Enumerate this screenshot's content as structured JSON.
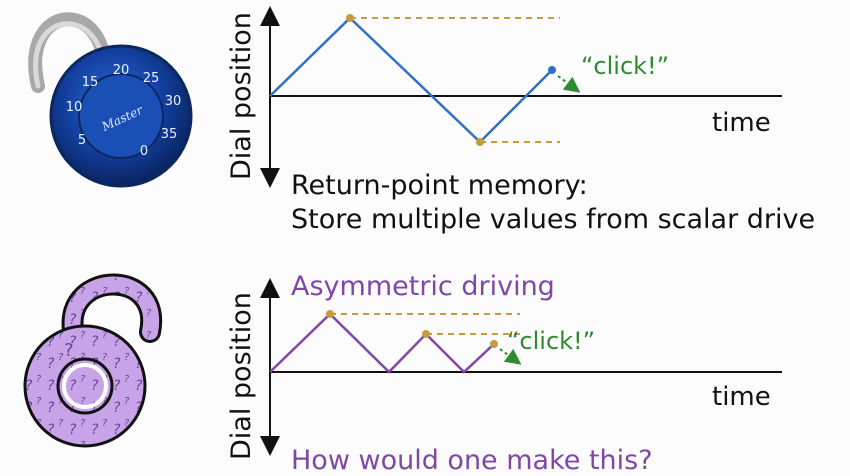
{
  "top_panel": {
    "ylabel": "Dial position",
    "xlabel": "time",
    "click_label": "“click!”",
    "caption_line1": "Return-point memory:",
    "caption_line2": "Store multiple values from scalar drive",
    "lock_dial_numbers": [
      "35",
      "30",
      "25",
      "20",
      "15",
      "10",
      "5",
      "0"
    ],
    "lock_brand": "Master",
    "colors": {
      "trace": "#2f6fc9",
      "memory": "#c69a3f",
      "click": "#2f8a32"
    }
  },
  "bottom_panel": {
    "title": "Asymmetric driving",
    "ylabel": "Dial position",
    "xlabel": "time",
    "click_label": "“click!”",
    "footer": "How would one make this?",
    "lock_mark": "?",
    "colors": {
      "trace": "#7f47a6",
      "memory": "#c69a3f",
      "click": "#2f8a32",
      "lock": "#c7a3e8"
    }
  }
}
